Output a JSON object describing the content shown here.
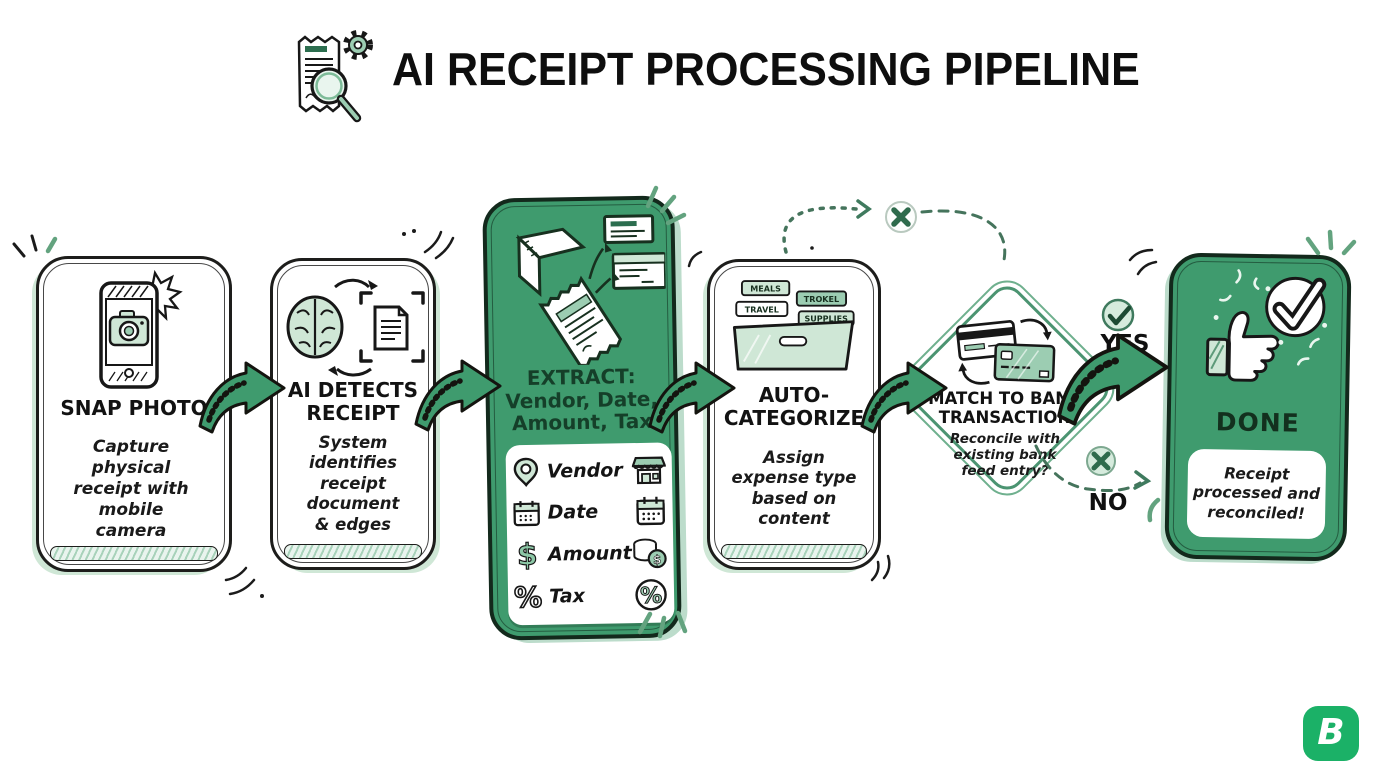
{
  "header": {
    "title": "AI RECEIPT PROCESSING PIPELINE",
    "icon": "receipt-magnifier-gear-icon"
  },
  "colors": {
    "card_green": "#3f9b6e",
    "dark_green_text": "#153f29",
    "light_green": "#cfe7d6",
    "ink": "#1b1b1b",
    "logo_green": "#1bb167",
    "background": "#ffffff"
  },
  "steps": [
    {
      "title": "SNAP PHOTO",
      "description": "Capture physical receipt with mobile camera",
      "icon": "phone-camera-icon"
    },
    {
      "title": "AI DETECTS RECEIPT",
      "description": "System identifies receipt document & edges",
      "icon": "brain-scan-document-icon"
    },
    {
      "title": "EXTRACT: Vendor, Date, Amount, Tax",
      "icon": "scanner-receipt-extract-icon",
      "fields": [
        {
          "label": "Vendor",
          "left_icon": "location-pin-icon",
          "right_icon": "storefront-icon"
        },
        {
          "label": "Date",
          "left_icon": "calendar-icon",
          "right_icon": "calendar-icon"
        },
        {
          "label": "Amount",
          "left_glyph": "$",
          "right_glyph": "$",
          "left_icon": "dollar-icon",
          "right_icon": "coin-stack-icon"
        },
        {
          "label": "Tax",
          "left_glyph": "%",
          "right_glyph": "%",
          "left_icon": "percent-icon",
          "right_icon": "percent-circle-icon"
        }
      ]
    },
    {
      "title": "AUTO-CATEGORIZE",
      "description": "Assign expense type based on content",
      "icon": "folder-categories-icon",
      "folder_tabs": [
        "MEALS",
        "TROKEL",
        "TRAVEL",
        "SUPPLIES"
      ]
    },
    {
      "title": "MATCH TO BANK TRANSACTION",
      "description": "Reconcile with existing bank feed entry?",
      "icon": "bank-cards-sync-icon",
      "yes_label": "YES",
      "no_label": "NO"
    },
    {
      "title": "DONE",
      "description": "Receipt processed and reconciled!",
      "icon": "thumbs-up-check-icon"
    }
  ],
  "logo": {
    "letter": "B"
  }
}
